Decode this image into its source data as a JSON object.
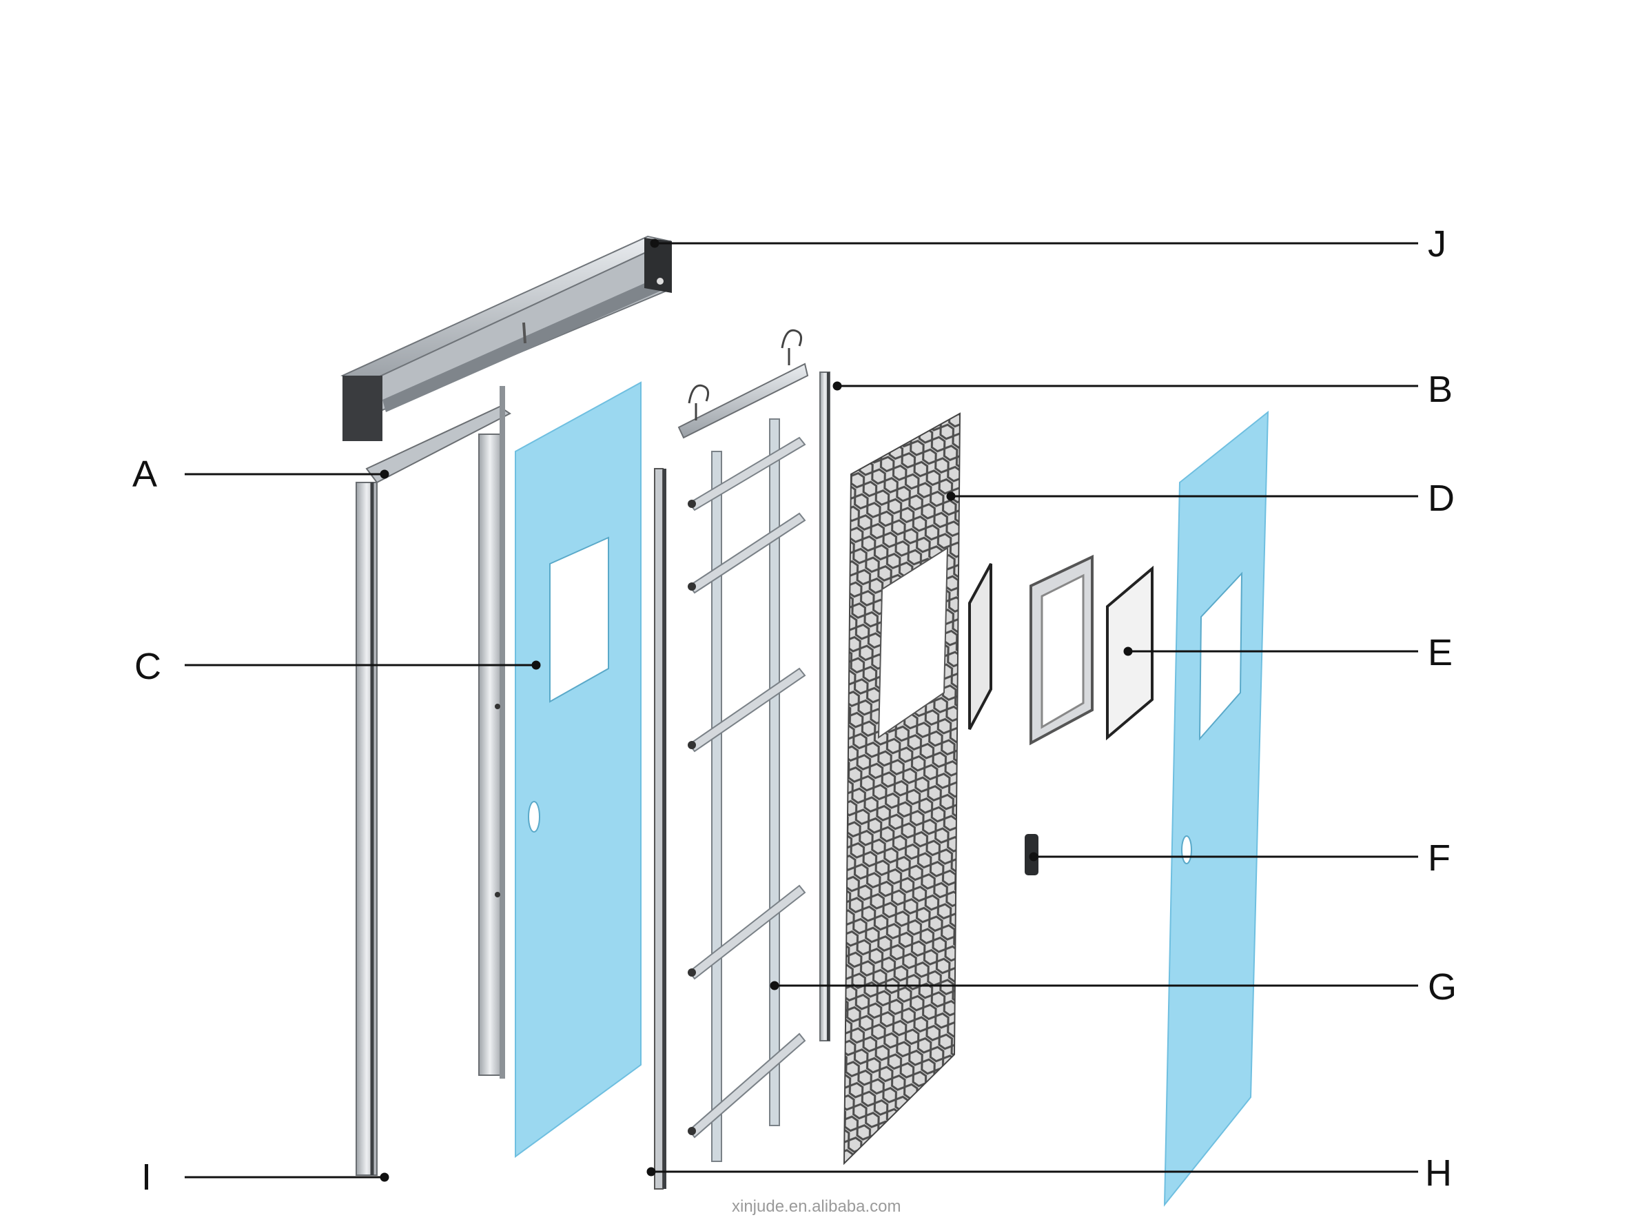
{
  "labels": {
    "A": "A",
    "B": "B",
    "C": "C",
    "D": "D",
    "E": "E",
    "F": "F",
    "G": "G",
    "H": "H",
    "I": "I",
    "J": "J"
  },
  "watermark": "xinjude.en.alibaba.com",
  "colors": {
    "panel_blue": "#9bd8f0",
    "panel_edge": "#6fbfe0",
    "frame_steel": "#c9cdd1",
    "frame_dark": "#4a4d50",
    "honeycomb": "#5a5a5a",
    "leader_line": "#111111"
  }
}
